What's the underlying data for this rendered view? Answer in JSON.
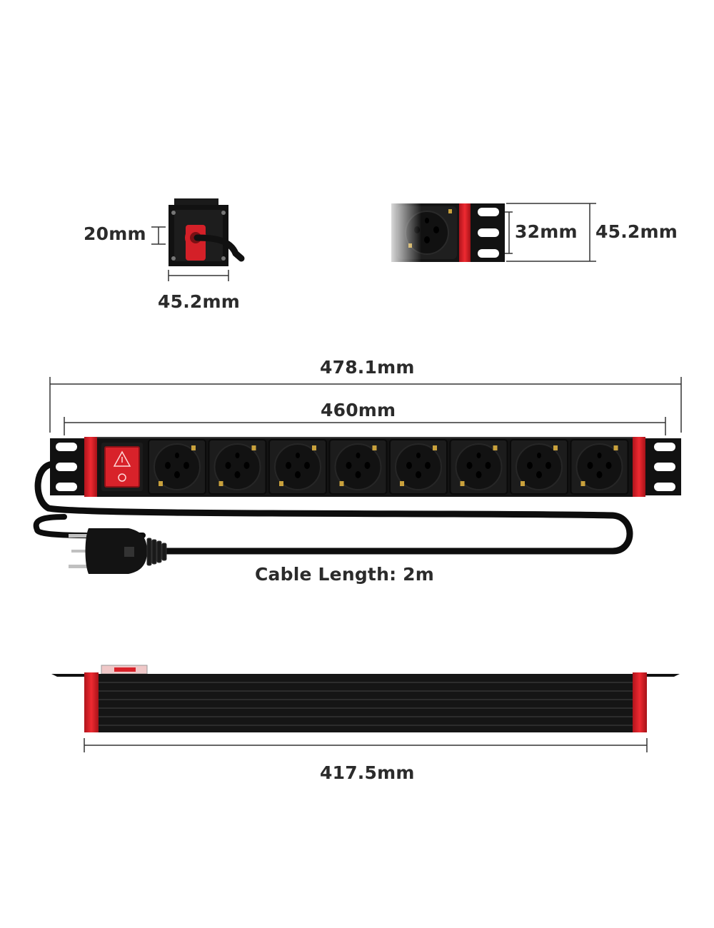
{
  "dimensions": {
    "end_height": "20mm",
    "end_width": "45.2mm",
    "mount_spacing": "32mm",
    "bracket_height": "45.2mm",
    "total_length": "478.1mm",
    "socket_length": "460mm",
    "cable_length": "Cable Length: 2m",
    "body_length": "417.5mm"
  },
  "product": {
    "socket_count": 8,
    "colors": {
      "body": "#141414",
      "accent": "#e0242c",
      "switch": "#d8222a"
    }
  }
}
